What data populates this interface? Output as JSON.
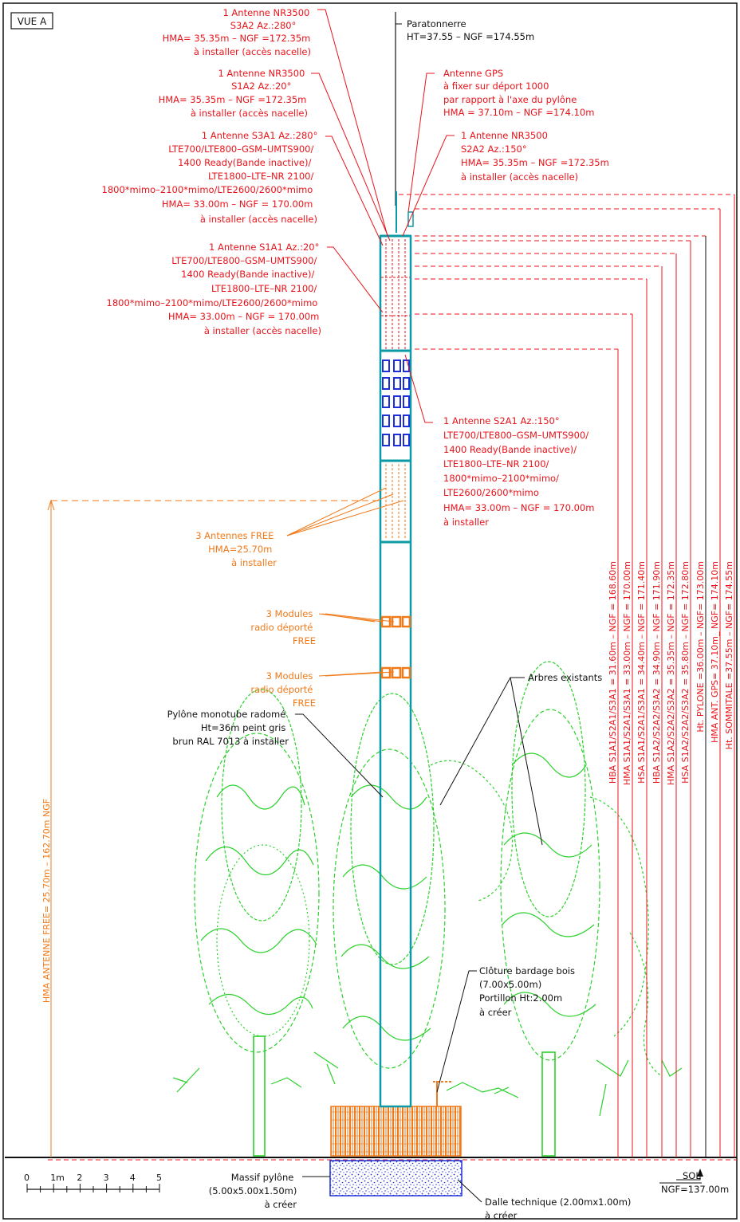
{
  "colors": {
    "red": "#e8141b",
    "orange": "#f07a1a",
    "teal": "#0b9aa6",
    "blue": "#1c2fd8",
    "green": "#2ad12a",
    "black": "#111111"
  },
  "view_label": "VUE A",
  "labels": {
    "ant_s3a2": [
      "1 Antenne NR3500",
      "S3A2 Az.:280°",
      "HMA= 35.35m – NGF =172.35m",
      "à installer (accès nacelle)"
    ],
    "ant_s1a2": [
      "1 Antenne NR3500",
      "S1A2 Az.:20°",
      "HMA= 35.35m – NGF =172.35m",
      "à installer (accès nacelle)"
    ],
    "ant_s3a1": [
      "1 Antenne S3A1 Az.:280°",
      "LTE700/LTE800–GSM–UMTS900/",
      "1400 Ready(Bande inactive)/",
      "LTE1800–LTE–NR 2100/",
      "1800*mimo–2100*mimo/LTE2600/2600*mimo",
      "HMA= 33.00m – NGF = 170.00m",
      "à installer (accès nacelle)"
    ],
    "ant_s1a1": [
      "1 Antenne S1A1 Az.:20°",
      "LTE700/LTE800–GSM–UMTS900/",
      "1400 Ready(Bande inactive)/",
      "LTE1800–LTE–NR 2100/",
      "1800*mimo–2100*mimo/LTE2600/2600*mimo",
      "HMA= 33.00m – NGF = 170.00m",
      "à installer (accès nacelle)"
    ],
    "paratonnerre": [
      "Paratonnerre",
      "HT=37.55 – NGF =174.55m"
    ],
    "gps": [
      "Antenne GPS",
      "à fixer sur déport 1000",
      "par rapport à l'axe du pylône",
      "HMA = 37.10m – NGF =174.10m"
    ],
    "ant_s2a2": [
      "1 Antenne NR3500",
      "S2A2 Az.:150°",
      "HMA= 35.35m – NGF =172.35m",
      "à installer (accès nacelle)"
    ],
    "ant_s2a1": [
      "1 Antenne S2A1 Az.:150°",
      "LTE700/LTE800–GSM–UMTS900/",
      "1400 Ready(Bande inactive)/",
      "LTE1800–LTE–NR 2100/",
      "1800*mimo–2100*mimo/",
      "LTE2600/2600*mimo",
      "HMA= 33.00m – NGF = 170.00m",
      "à installer"
    ],
    "free_antennas": [
      "3 Antennes FREE",
      "HMA=25.70m",
      "à installer"
    ],
    "free_modules_1": [
      "3 Modules",
      "radio déporté",
      "FREE"
    ],
    "free_modules_2": [
      "3 Modules",
      "radio déporté",
      "FREE"
    ],
    "arbres": "Arbres existants",
    "pylone": [
      "Pylône monotube radomé",
      "Ht=36m peint gris",
      "brun RAL 7013 à installer"
    ],
    "cloture": [
      "Clôture bardage bois",
      "(7.00x5.00m)",
      "Portillon Ht:2.00m",
      "à créer"
    ],
    "massif": [
      "Massif pylône",
      "(5.00x5.00x1.50m)",
      "à créer"
    ],
    "dalle": [
      "Dalle technique (2.00mx1.00m)",
      "à créer"
    ],
    "sol": [
      "SOL",
      "NGF=137.00m"
    ],
    "hma_free": "HMA ANTENNE FREE= 25.70m – 162.70m NGF"
  },
  "dimensions": [
    "HBA S1A1/S2A1/S3A1 = 31.60m – NGF = 168.60m",
    "HMA S1A1/S2A1/S3A1 = 33.00m – NGF = 170.00m",
    "HSA S1A1/S2A1/S3A1 = 34.40m – NGF = 171.40m",
    "HBA S1A2/S2A2/S3A2 = 34.90m – NGF = 171.90m",
    "HMA S1A2/S2A2/S3A2 = 35.35m – NGF = 172.35m",
    "HSA S1A2/S2A2/S3A2 = 35.80m – NGF = 172.80m",
    "Ht. PYLONE =36.00m – NGF= 173.00m",
    "HMA ANT. GPS= 37.10m_ NGF= 174.10m",
    "Ht. SOMMITALE =37.55m – NGF= 174.55m"
  ],
  "scale": {
    "ticks": [
      "0",
      "1m",
      "2",
      "3",
      "4",
      "5"
    ]
  }
}
